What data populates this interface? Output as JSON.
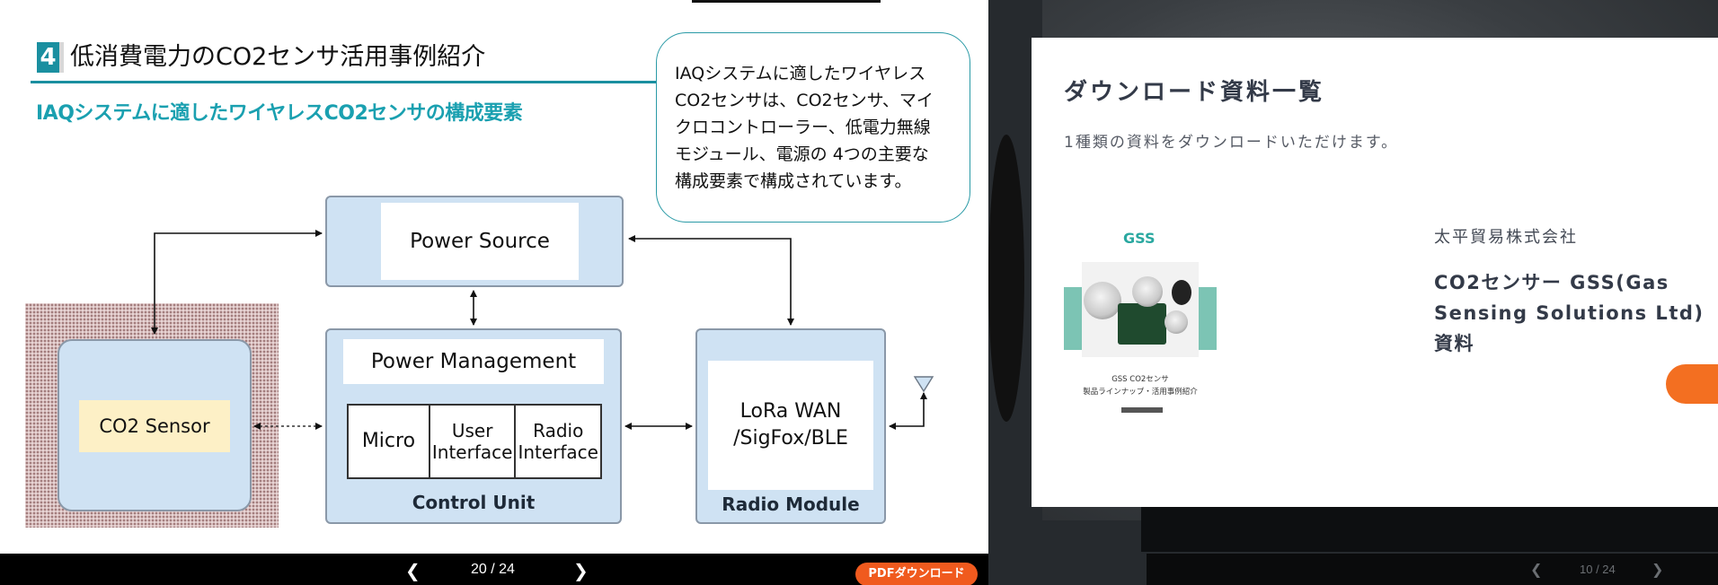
{
  "left_viewer": {
    "slide": {
      "section_number": "4",
      "title": "低消費電力のCO2センサ活用事例紹介",
      "subtitle": "IAQシステムに適したワイヤレスCO2センサの構成要素",
      "callout": "IAQシステムに適したワイヤレス\nCO2センサは、CO2センサ、マイ\nクロコントローラー、低電力無線\nモジュール、電源の 4つの主要な\n構成要素で構成されています。",
      "diagram": {
        "power_source": "Power Source",
        "co2_sensor": "CO2 Sensor",
        "power_management": "Power Management",
        "micro": "Micro",
        "user_interface": "User\nInterface",
        "radio_interface": "Radio\nInterface",
        "control_unit": "Control Unit",
        "radio_text": "LoRa WAN\n/SigFox/BLE",
        "radio_module": "Radio Module"
      }
    },
    "toolbar": {
      "page_indicator": "20 / 24",
      "pdf_button": "PDFダウンロード"
    },
    "colors": {
      "accent": "#1a8fa0",
      "block_fill": "#cfe2f3",
      "pdf_button": "#f05a1e"
    }
  },
  "right_pane": {
    "modal": {
      "title": "ダウンロード資料一覧",
      "description": "1種類の資料をダウンロードいただけます。",
      "item": {
        "thumbnail": {
          "logo": "GSS",
          "caption": "GSS CO2センサ\n製品ラインナップ・活用事例紹介"
        },
        "company": "太平貿易株式会社",
        "title": "CO2センサー GSS(Gas Sensing Solutions Ltd) 資料"
      }
    },
    "toolbar": {
      "page_indicator": "10 / 24"
    },
    "colors": {
      "download_button": "#f36f21"
    }
  }
}
